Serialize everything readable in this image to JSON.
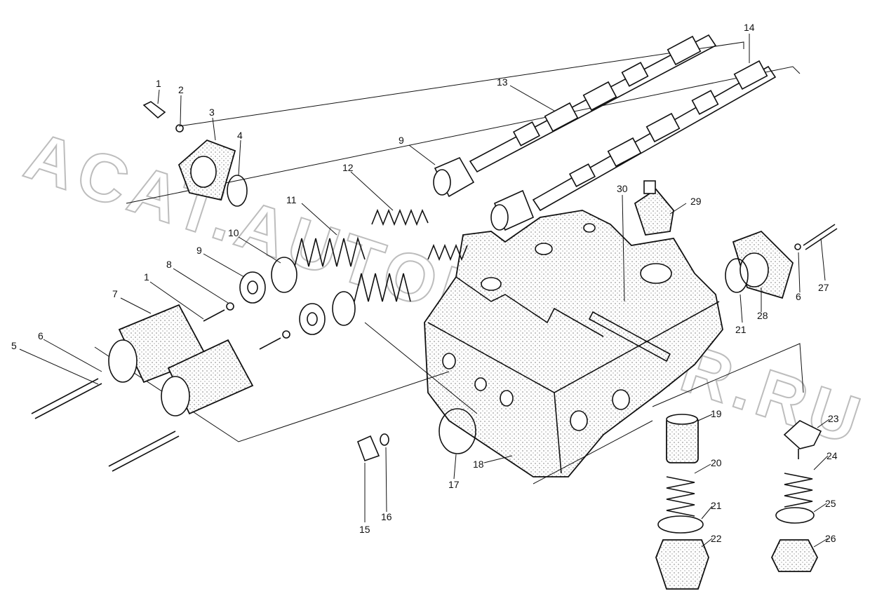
{
  "watermark": "ACAT.AUTODEALER.RU",
  "callouts": [
    {
      "id": "c1a",
      "text": "1"
    },
    {
      "id": "c2",
      "text": "2"
    },
    {
      "id": "c3",
      "text": "3"
    },
    {
      "id": "c4",
      "text": "4"
    },
    {
      "id": "c5",
      "text": "5"
    },
    {
      "id": "c6a",
      "text": "6"
    },
    {
      "id": "c7",
      "text": "7"
    },
    {
      "id": "c8",
      "text": "8"
    },
    {
      "id": "c9a",
      "text": "9"
    },
    {
      "id": "c9b",
      "text": "9"
    },
    {
      "id": "c10",
      "text": "10"
    },
    {
      "id": "c11",
      "text": "11"
    },
    {
      "id": "c12",
      "text": "12"
    },
    {
      "id": "c13",
      "text": "13"
    },
    {
      "id": "c14",
      "text": "14"
    },
    {
      "id": "c15",
      "text": "15"
    },
    {
      "id": "c16",
      "text": "16"
    },
    {
      "id": "c17",
      "text": "17"
    },
    {
      "id": "c18",
      "text": "18"
    },
    {
      "id": "c19",
      "text": "19"
    },
    {
      "id": "c20",
      "text": "20"
    },
    {
      "id": "c21a",
      "text": "21"
    },
    {
      "id": "c21b",
      "text": "21"
    },
    {
      "id": "c22",
      "text": "22"
    },
    {
      "id": "c23",
      "text": "23"
    },
    {
      "id": "c24",
      "text": "24"
    },
    {
      "id": "c25",
      "text": "25"
    },
    {
      "id": "c26",
      "text": "26"
    },
    {
      "id": "c27",
      "text": "27"
    },
    {
      "id": "c28",
      "text": "28"
    },
    {
      "id": "c29",
      "text": "29"
    },
    {
      "id": "c30",
      "text": "30"
    },
    {
      "id": "c1b",
      "text": "1"
    },
    {
      "id": "c6b",
      "text": "6"
    }
  ]
}
